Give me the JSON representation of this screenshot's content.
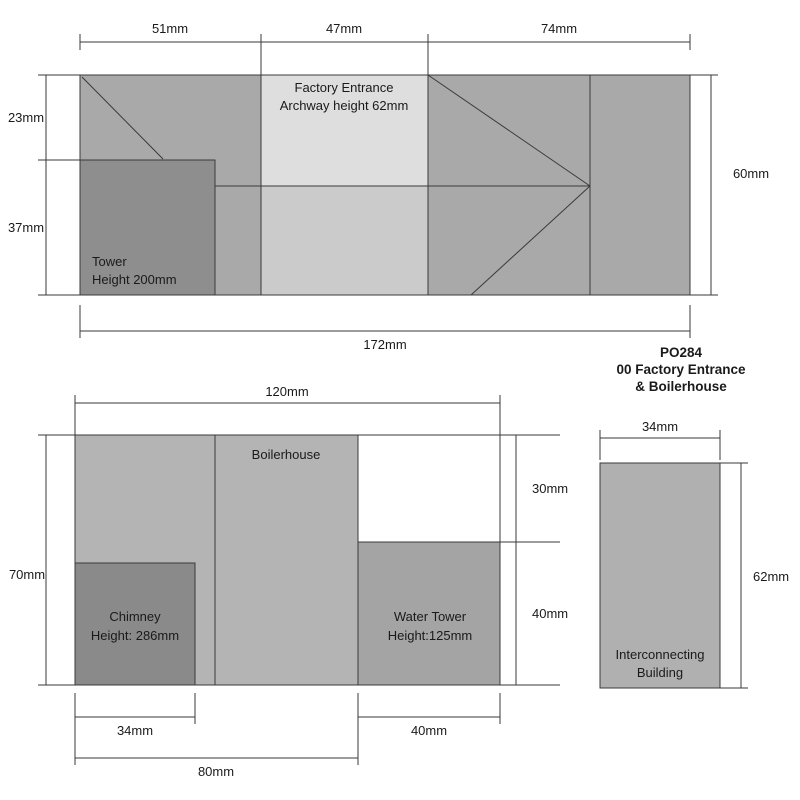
{
  "product_title": {
    "line1": "PO284",
    "line2": "00 Factory Entrance",
    "line3": "& Boilerhouse"
  },
  "colors": {
    "wall": "#a9a9a9",
    "entrance_upper": "#dedede",
    "entrance_lower": "#cbcbcb",
    "tower": "#8e8e8e",
    "boilerhouse": "#b4b4b4",
    "chimney": "#8a8a8a",
    "water_tower": "#a4a4a4",
    "interconnecting": "#b0b0b0"
  },
  "factory": {
    "dim_top_left": "51mm",
    "dim_top_mid": "47mm",
    "dim_top_right": "74mm",
    "dim_left_upper": "23mm",
    "dim_left_lower": "37mm",
    "dim_right": "60mm",
    "dim_bottom": "172mm",
    "entrance_label_1": "Factory Entrance",
    "entrance_label_2": "Archway height 62mm",
    "tower_label_1": "Tower",
    "tower_label_2": "Height 200mm"
  },
  "boilerhouse": {
    "dim_top": "120mm",
    "dim_left": "70mm",
    "dim_right_upper": "30mm",
    "dim_right_lower": "40mm",
    "dim_chimney_width": "34mm",
    "dim_watertower_width": "40mm",
    "dim_main_width": "80mm",
    "label": "Boilerhouse",
    "chimney_label_1": "Chimney",
    "chimney_label_2": "Height: 286mm",
    "watertower_label_1": "Water Tower",
    "watertower_label_2": "Height:125mm"
  },
  "interconnecting": {
    "dim_top": "34mm",
    "dim_right": "62mm",
    "label_1": "Interconnecting",
    "label_2": "Building"
  }
}
